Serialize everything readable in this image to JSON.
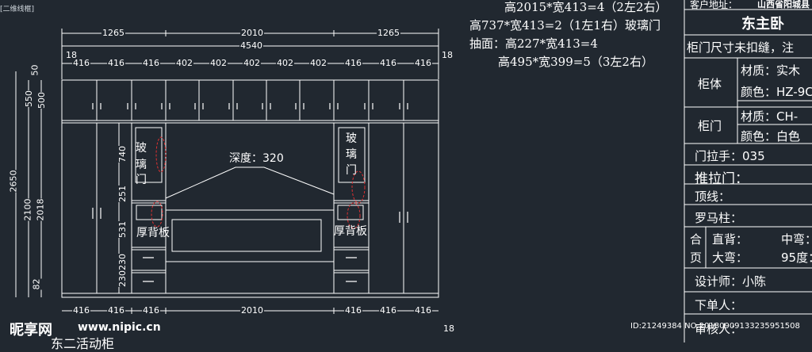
{
  "tab_title": "[二维线框]",
  "specs": {
    "line1": "高2015*宽413=4（2左2右）",
    "line2": "高737*宽413=2（1左1右）玻璃门",
    "line3": "抽面：高227*宽413=4",
    "line4": "高495*宽399=5（3左2右）"
  },
  "dims_top": {
    "outer1": "1265",
    "outer2": "2010",
    "outer3": "1265",
    "total": "4540",
    "end_left": "18",
    "end_right": "18",
    "seg": [
      "416",
      "416",
      "416",
      "402",
      "402",
      "402",
      "402",
      "402",
      "416",
      "416",
      "416"
    ]
  },
  "dims_bottom": {
    "seg": [
      "416",
      "416",
      "416",
      "2010",
      "416",
      "416",
      "416"
    ],
    "end_right": "18"
  },
  "dims_left": {
    "total_height": "2650",
    "d2100": "2100",
    "d2018": "2018",
    "d550": "550",
    "d500": "500",
    "d50": "50",
    "d740": "740",
    "d251": "251",
    "d531": "531",
    "d230a": "230",
    "d230b": "230",
    "d82": "82"
  },
  "labels": {
    "depth": "深度：320",
    "glass_left_1": "玻",
    "glass_left_2": "璃",
    "glass_left_3": "门",
    "glass_right_1": "玻",
    "glass_right_2": "璃",
    "glass_right_3": "门",
    "backboard_left": "厚背板",
    "backboard_right": "厚背板"
  },
  "panel": {
    "customer_address": "客户地址：",
    "address_value": "山西省阳城县",
    "room": "东主卧",
    "note": "柜门尺寸未扣缝，注",
    "cabinet_body": "柜体",
    "body_material": "材质：实木",
    "body_color": "颜色：HZ-9C",
    "cabinet_door": "柜门",
    "door_material": "材质：CH-",
    "door_color": "颜色：白色",
    "handle": "门拉手：035",
    "sliding_door": "推拉门：",
    "top_line": "顶线：",
    "roman_column": "罗马柱：",
    "hinge_1": "合",
    "hinge_2": "页",
    "straight_back": "直背：",
    "mid_bend": "中弯：",
    "big_bend": "大弯：",
    "deg95": "95度：",
    "designer": "设计师：小陈",
    "order_person": "下单人：",
    "review_person": "审核人："
  },
  "watermark": {
    "logo": "昵享网",
    "url": "www.nipic.cn",
    "id": "ID:21249384 NO:20180909133235951508"
  },
  "footer_title": "东二活动柜"
}
